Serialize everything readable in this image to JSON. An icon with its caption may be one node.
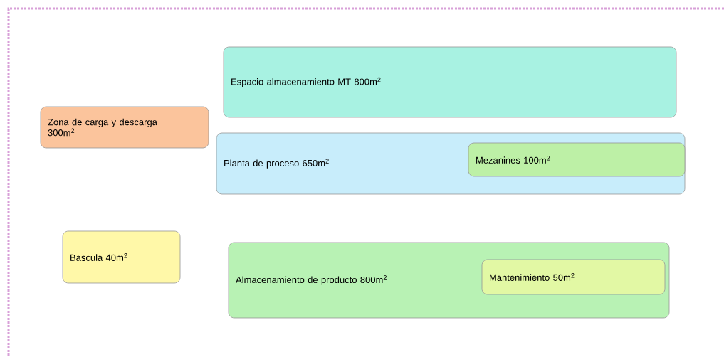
{
  "diagram": {
    "nodes": [
      {
        "text": [
          "Espacio almacenamiento MT 800m$^{2}$"
        ]
      },
      {
        "text": [
          "Zona de carga y descarga 300m$^{2}$"
        ]
      },
      {
        "text": [
          "Planta de proceso 650m$^{2}$"
        ]
      },
      {
        "text": [
          "Mezanines 100m$^{2}$"
        ],
        "in": 2
      },
      {
        "text": [
          "Bascula 40m$^{2}$"
        ]
      },
      {
        "text": [
          "Almacenamiento de producto 800m$^{2}$"
        ]
      },
      {
        "text": [
          "Mantenimiento 50m$^{2}$"
        ],
        "in": 5
      }
    ]
  }
}
